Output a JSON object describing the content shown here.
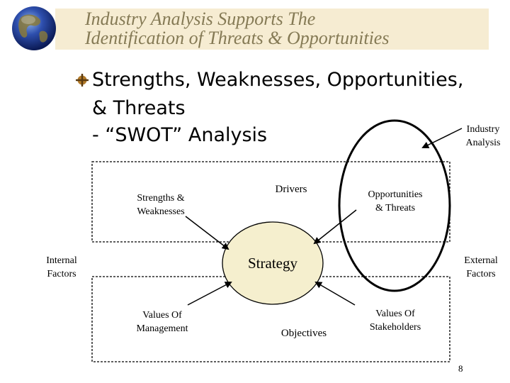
{
  "slide": {
    "title_lines": [
      "Industry Analysis Supports The",
      "Identification of  Threats & Opportunities"
    ],
    "bullet_lines": [
      "Strengths, Weaknesses, Opportunities,",
      "& Threats",
      "-  “SWOT” Analysis"
    ],
    "page_number": "8"
  },
  "diagram": {
    "industry_analysis_lines": [
      "Industry",
      "Analysis"
    ],
    "strengths_lines": [
      "Strengths &",
      "Weaknesses"
    ],
    "drivers": "Drivers",
    "opportunities_lines": [
      "Opportunities",
      "& Threats"
    ],
    "internal_lines": [
      "Internal",
      "Factors"
    ],
    "strategy": "Strategy",
    "external_lines": [
      "External",
      "Factors"
    ],
    "values_management_lines": [
      "Values Of",
      "Management"
    ],
    "objectives": "Objectives",
    "values_stakeholders_lines": [
      "Values Of",
      "Stakeholders"
    ]
  }
}
